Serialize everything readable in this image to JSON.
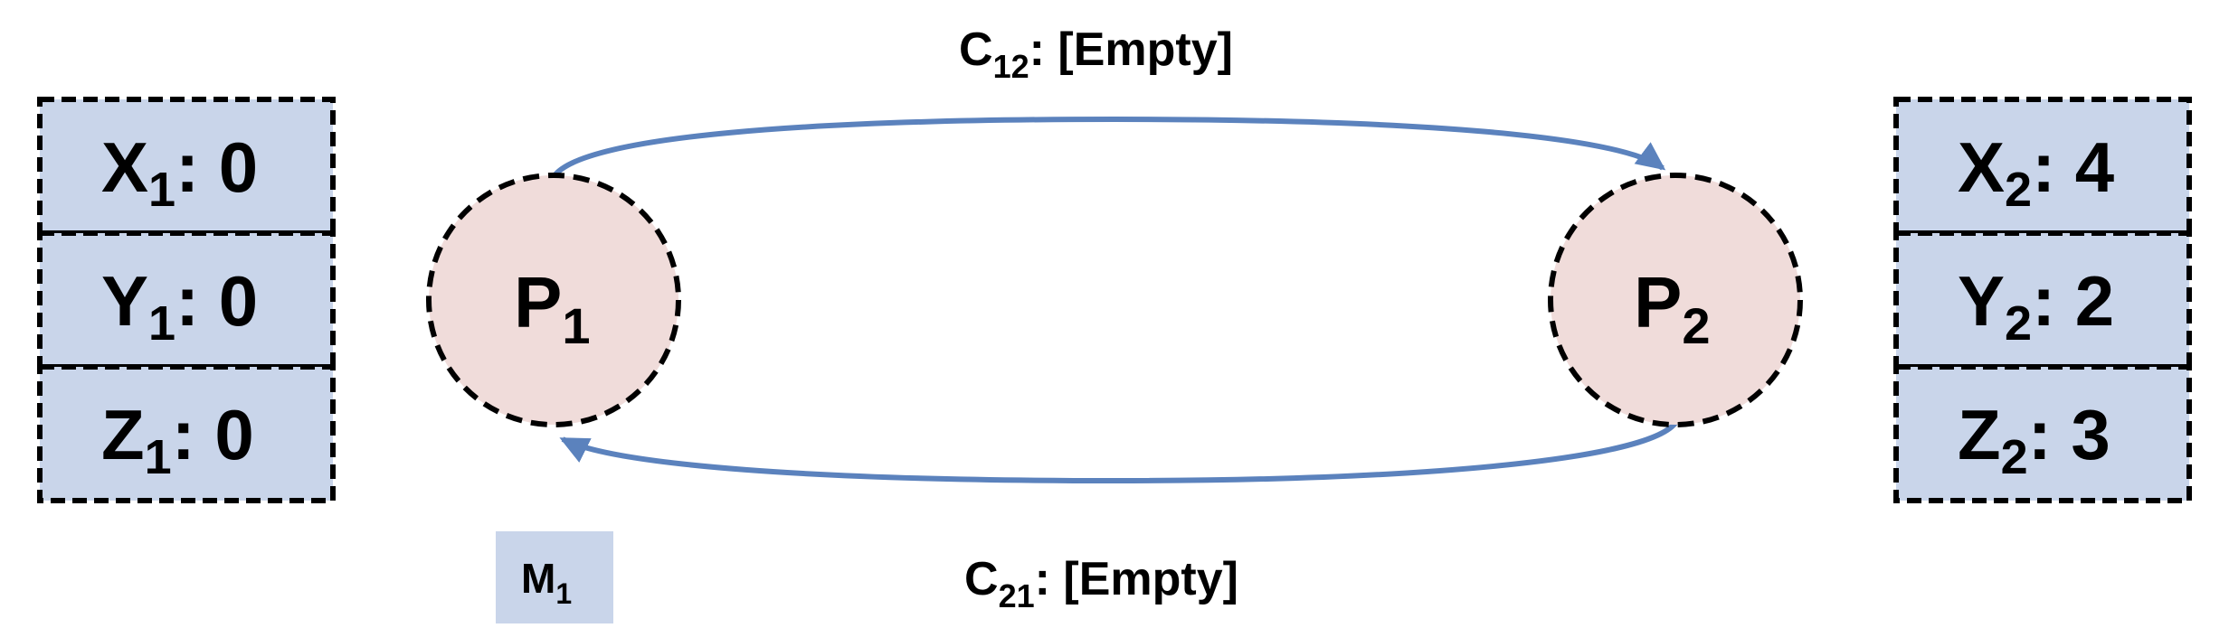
{
  "colors": {
    "cell_fill": "#c9d5ea",
    "process_fill": "#f0dcda",
    "channel_line": "#5b82bd",
    "border": "#000000"
  },
  "process_1": {
    "label": "P",
    "index": "1",
    "vars": [
      {
        "name": "X",
        "index": "1",
        "sep": ": ",
        "value": "0"
      },
      {
        "name": "Y",
        "index": "1",
        "sep": ": ",
        "value": "0"
      },
      {
        "name": "Z",
        "index": "1",
        "sep": ": ",
        "value": "0"
      }
    ]
  },
  "process_2": {
    "label": "P",
    "index": "2",
    "vars": [
      {
        "name": "X",
        "index": "2",
        "sep": ": ",
        "value": "4"
      },
      {
        "name": "Y",
        "index": "2",
        "sep": ": ",
        "value": "2"
      },
      {
        "name": "Z",
        "index": "2",
        "sep": ": ",
        "value": "3"
      }
    ]
  },
  "channel_12": {
    "name": "C",
    "index": "12",
    "sep": ": ",
    "content": "[Empty]"
  },
  "channel_21": {
    "name": "C",
    "index": "21",
    "sep": ": ",
    "content": "[Empty]"
  },
  "marker": {
    "name": "M",
    "index": "1"
  }
}
